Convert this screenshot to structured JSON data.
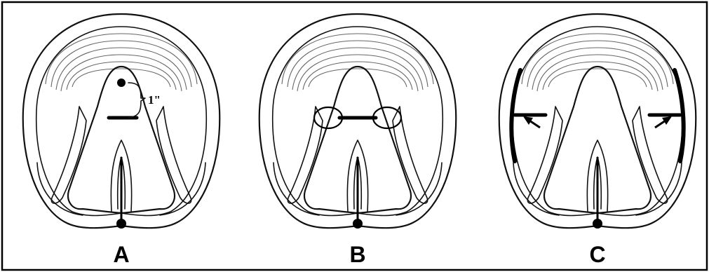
{
  "panels": [
    {
      "id": "A",
      "label": "A",
      "annotation": "1\""
    },
    {
      "id": "B",
      "label": "B"
    },
    {
      "id": "C",
      "label": "C"
    }
  ],
  "colors": {
    "ink": "#111111",
    "sole_lines": "#666666",
    "background": "#ffffff",
    "frame": "#000000"
  }
}
